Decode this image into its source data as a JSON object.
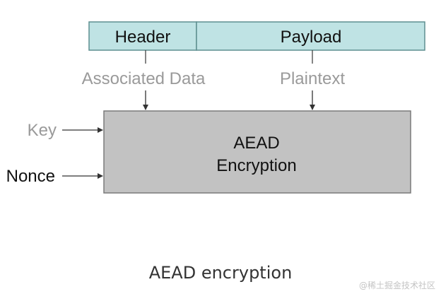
{
  "header_label": "Header",
  "payload_label": "Payload",
  "associated_data_label": "Associated Data",
  "plaintext_label": "Plaintext",
  "key_label": "Key",
  "nonce_label": "Nonce",
  "aead_line1": "AEAD",
  "aead_line2": "Encryption",
  "caption": "AEAD encryption",
  "watermark": "@稀土掘金技术社区",
  "colors": {
    "field_fill": "#bfe3e4",
    "field_stroke": "#5f8f90",
    "box_fill": "#c2c2c2",
    "box_stroke": "#7a7a7a",
    "muted_text": "#9a9a9a",
    "dark_text": "#111111"
  }
}
